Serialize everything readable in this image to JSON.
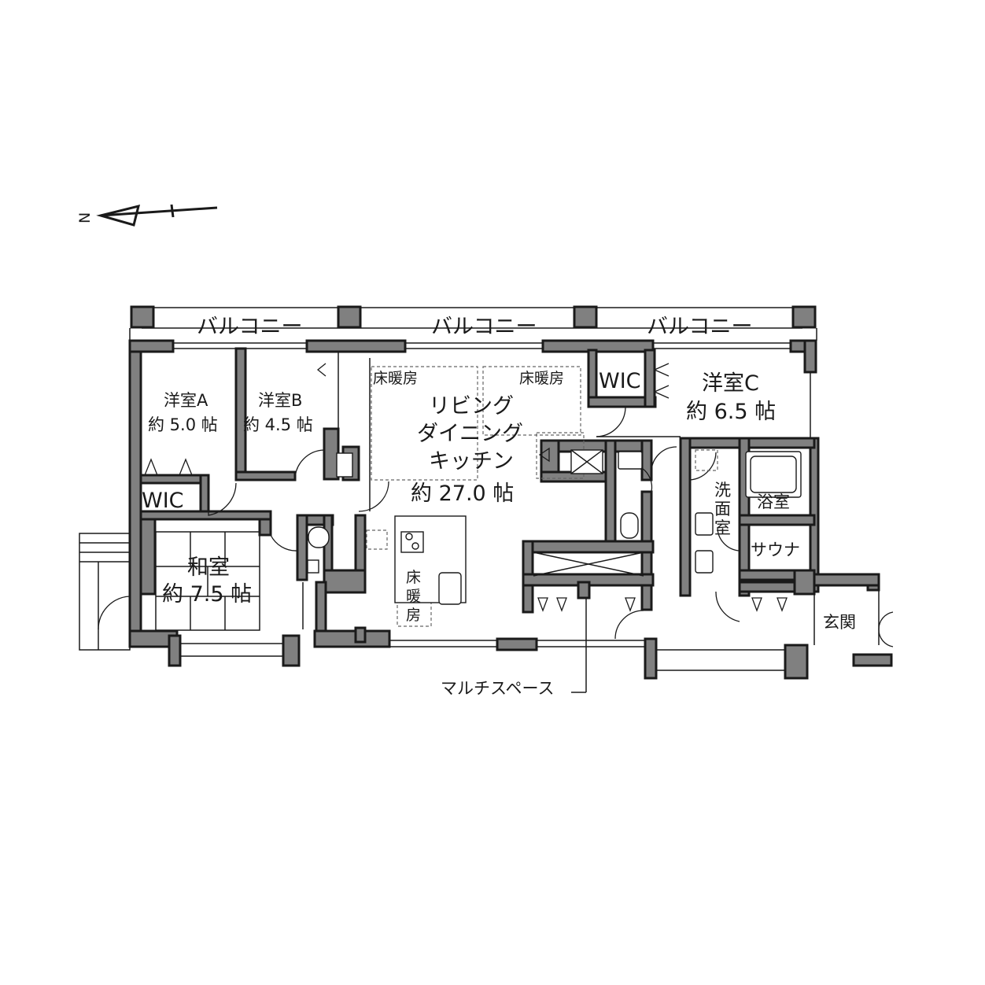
{
  "compass": {
    "label": "N"
  },
  "rooms": {
    "balcony_left": "バルコニー",
    "balcony_center": "バルコニー",
    "balcony_right": "バルコニー",
    "room_a_name": "洋室A",
    "room_a_size": "約 5.0 帖",
    "room_b_name": "洋室B",
    "room_b_size": "約 4.5 帖",
    "wic_left": "WIC",
    "floor_heat_1": "床暖房",
    "floor_heat_2": "床暖房",
    "ldk_line1": "リビング",
    "ldk_line2": "ダイニング",
    "ldk_line3": "キッチン",
    "ldk_size": "約 27.0 帖",
    "wic_right": "WIC",
    "room_c_name": "洋室C",
    "room_c_size": "約 6.5 帖",
    "washroom_1": "洗",
    "washroom_2": "面",
    "washroom_3": "室",
    "bath": "浴室",
    "sauna": "サウナ",
    "washitsu_name": "和室",
    "washitsu_size": "約 7.5 帖",
    "floor_heat_v1": "床",
    "floor_heat_v2": "暖",
    "floor_heat_v3": "房",
    "entrance": "玄関",
    "multispace": "マルチスペース"
  }
}
